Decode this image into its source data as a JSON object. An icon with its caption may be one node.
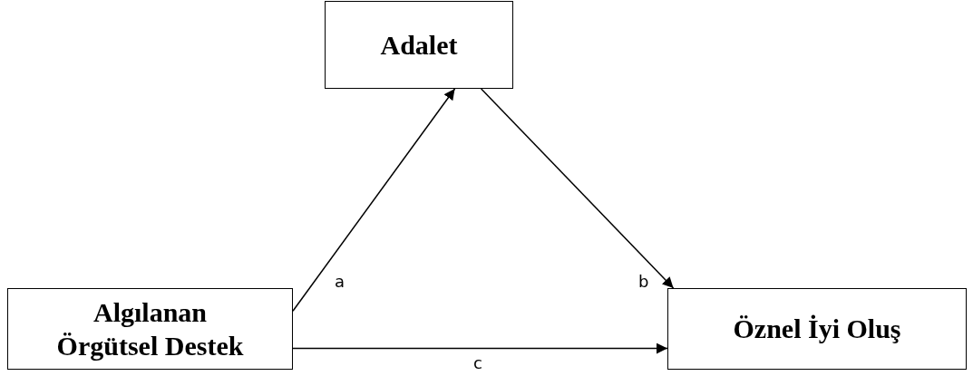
{
  "diagram": {
    "nodes": [
      {
        "text": [
          "Adalet"
        ]
      },
      {
        "text": [
          "Algılanan Örgütsel Destek"
        ]
      },
      {
        "text": [
          "Öznel İyi Oluş"
        ]
      }
    ],
    "edges": [
      {
        "from": 1,
        "to": 0,
        "arrow": "to",
        "label": "a"
      },
      {
        "from": 0,
        "to": 2,
        "arrow": "to",
        "label": "b"
      },
      {
        "from": 1,
        "to": 2,
        "arrow": "to",
        "label": "c"
      }
    ]
  }
}
